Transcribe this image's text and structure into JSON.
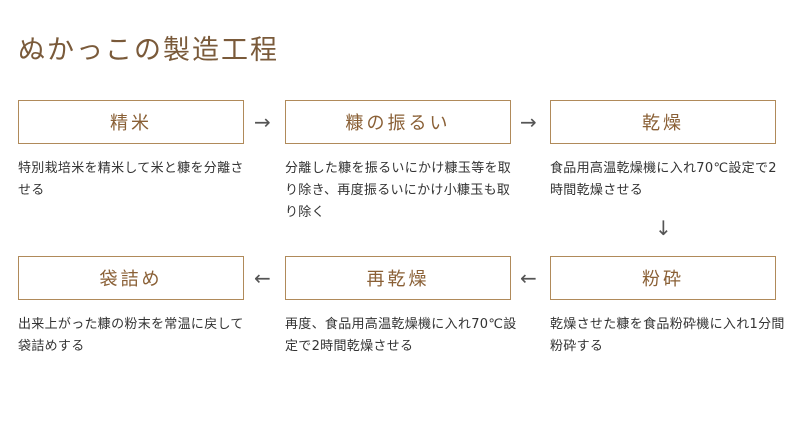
{
  "title": "ぬかっこの製造工程",
  "steps": [
    {
      "label": "精米",
      "description": "特別栽培米を精米して米と糠を分離させる"
    },
    {
      "label": "糠の振るい",
      "description": "分離した糠を振るいにかけ糠玉等を取り除き、再度振るいにかけ小糠玉も取り除く"
    },
    {
      "label": "乾燥",
      "description": "食品用高温乾燥機に入れ70℃設定で2時間乾燥させる"
    },
    {
      "label": "粉砕",
      "description": "乾燥させた糠を食品粉砕機に入れ1分間粉砕する"
    },
    {
      "label": "再乾燥",
      "description": "再度、食品用高温乾燥機に入れ70℃設定で2時間乾燥させる"
    },
    {
      "label": "袋詰め",
      "description": "出来上がった糠の粉末を常温に戻して袋詰めする"
    }
  ],
  "arrows": {
    "right": "→",
    "down": "↓",
    "left": "←"
  }
}
